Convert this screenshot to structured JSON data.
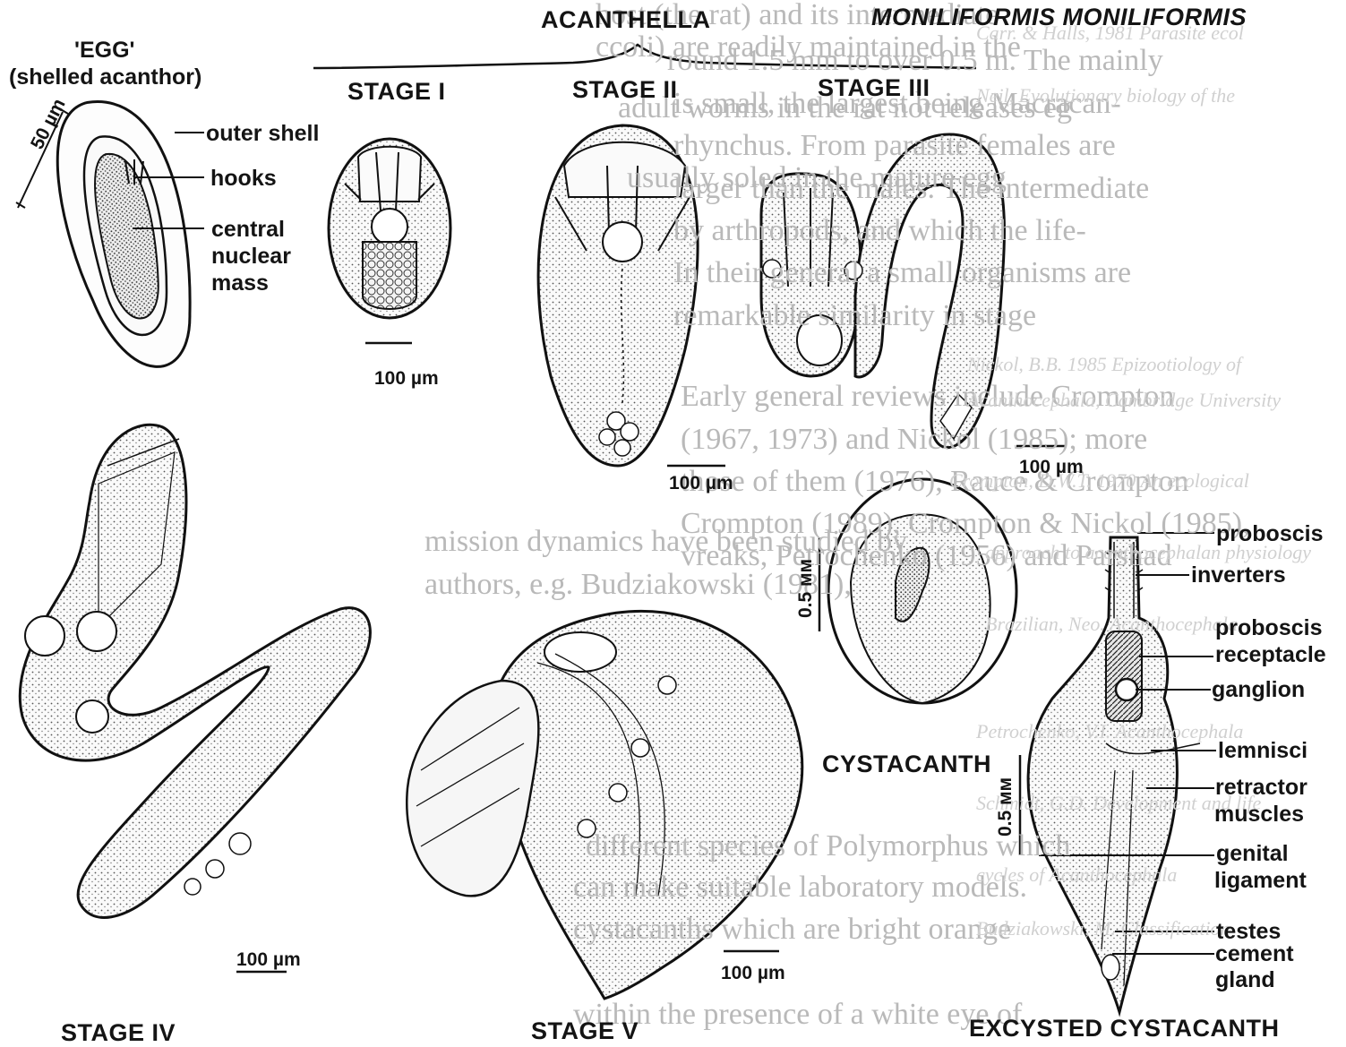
{
  "header": {
    "group_label": "ACANTHELLA",
    "species_title": "MONILIFORMIS MONILIFORMIS"
  },
  "egg": {
    "title": "'EGG'",
    "subtitle": "(shelled acanthor)",
    "scale": "50 µm",
    "labels": [
      "outer shell",
      "hooks",
      "central",
      "nuclear",
      "mass"
    ]
  },
  "stages": {
    "stage1": "STAGE I",
    "stage2": "STAGE II",
    "stage3": "STAGE III",
    "stage4": "STAGE IV",
    "stage5": "STAGE  V"
  },
  "scales": {
    "s1": "100 µm",
    "s2": "100 µm",
    "s3": "100 µm",
    "s4": "100 µm",
    "s5": "100 µm",
    "cyst": "0.5 мм",
    "excyst": "0.5 мм"
  },
  "cystacanth": {
    "title": "CYSTACANTH"
  },
  "excysted": {
    "title": "EXCYSTED CYSTACANTH",
    "labels": [
      "proboscis",
      "inverters",
      "proboscis",
      "receptacle",
      "ganglion",
      "lemnisci",
      "retractor",
      "muscles",
      "genital",
      "ligament",
      "testes",
      "cement",
      "gland"
    ]
  },
  "bleed_text": [
    "host (the rat) and its intermediate",
    "ccoli) are readily maintained in the",
    "adult worms in the rat not releases eg",
    "usually soled in the mature egg",
    "round 1.5 mm to over 0.5 m. The mainly",
    "is small, the largest being Macracan-",
    "rhynchus. From parasite females are",
    "larger than the males. The intermediate",
    "by arthropods, and which the life-",
    "In their general a small organisms are",
    "remarkable similarity in stage",
    "Early general reviews include Crompton",
    "(1967, 1973) and Nickol (1985); more",
    "those of them (1976), Rauce & Crompton",
    "Crompton (1989), Crompton & Nickol (1985),",
    "vreaks, Petrochenko (1956) and Parshad",
    "mission dynamics have been studied by",
    "authors, e.g. Budziakowski (1981),",
    "different species of Polymorphus which",
    "can make suitable laboratory models.",
    "cystacanths which are bright orange",
    "within the presence of a white eye of"
  ],
  "bleed_ref": [
    "Carr. & Halls, 1981 Parasite ecol",
    "Neil, Evolutionary biology of the",
    "Nickol, B.B. 1985 Epizootiology of",
    "Acanthocephala, Cambridge University",
    "Crompton, D.W.T. 1970 An ecological",
    "approach to acanthocephalan physiology",
    "Brazilian, Neo. Acanthocephala",
    "Petrochenko, V.I. Acanthocephala",
    "Schmidt, G.D. Development and life",
    "cycles of Acanthocephala",
    "Budziakowski, M. Classification"
  ]
}
